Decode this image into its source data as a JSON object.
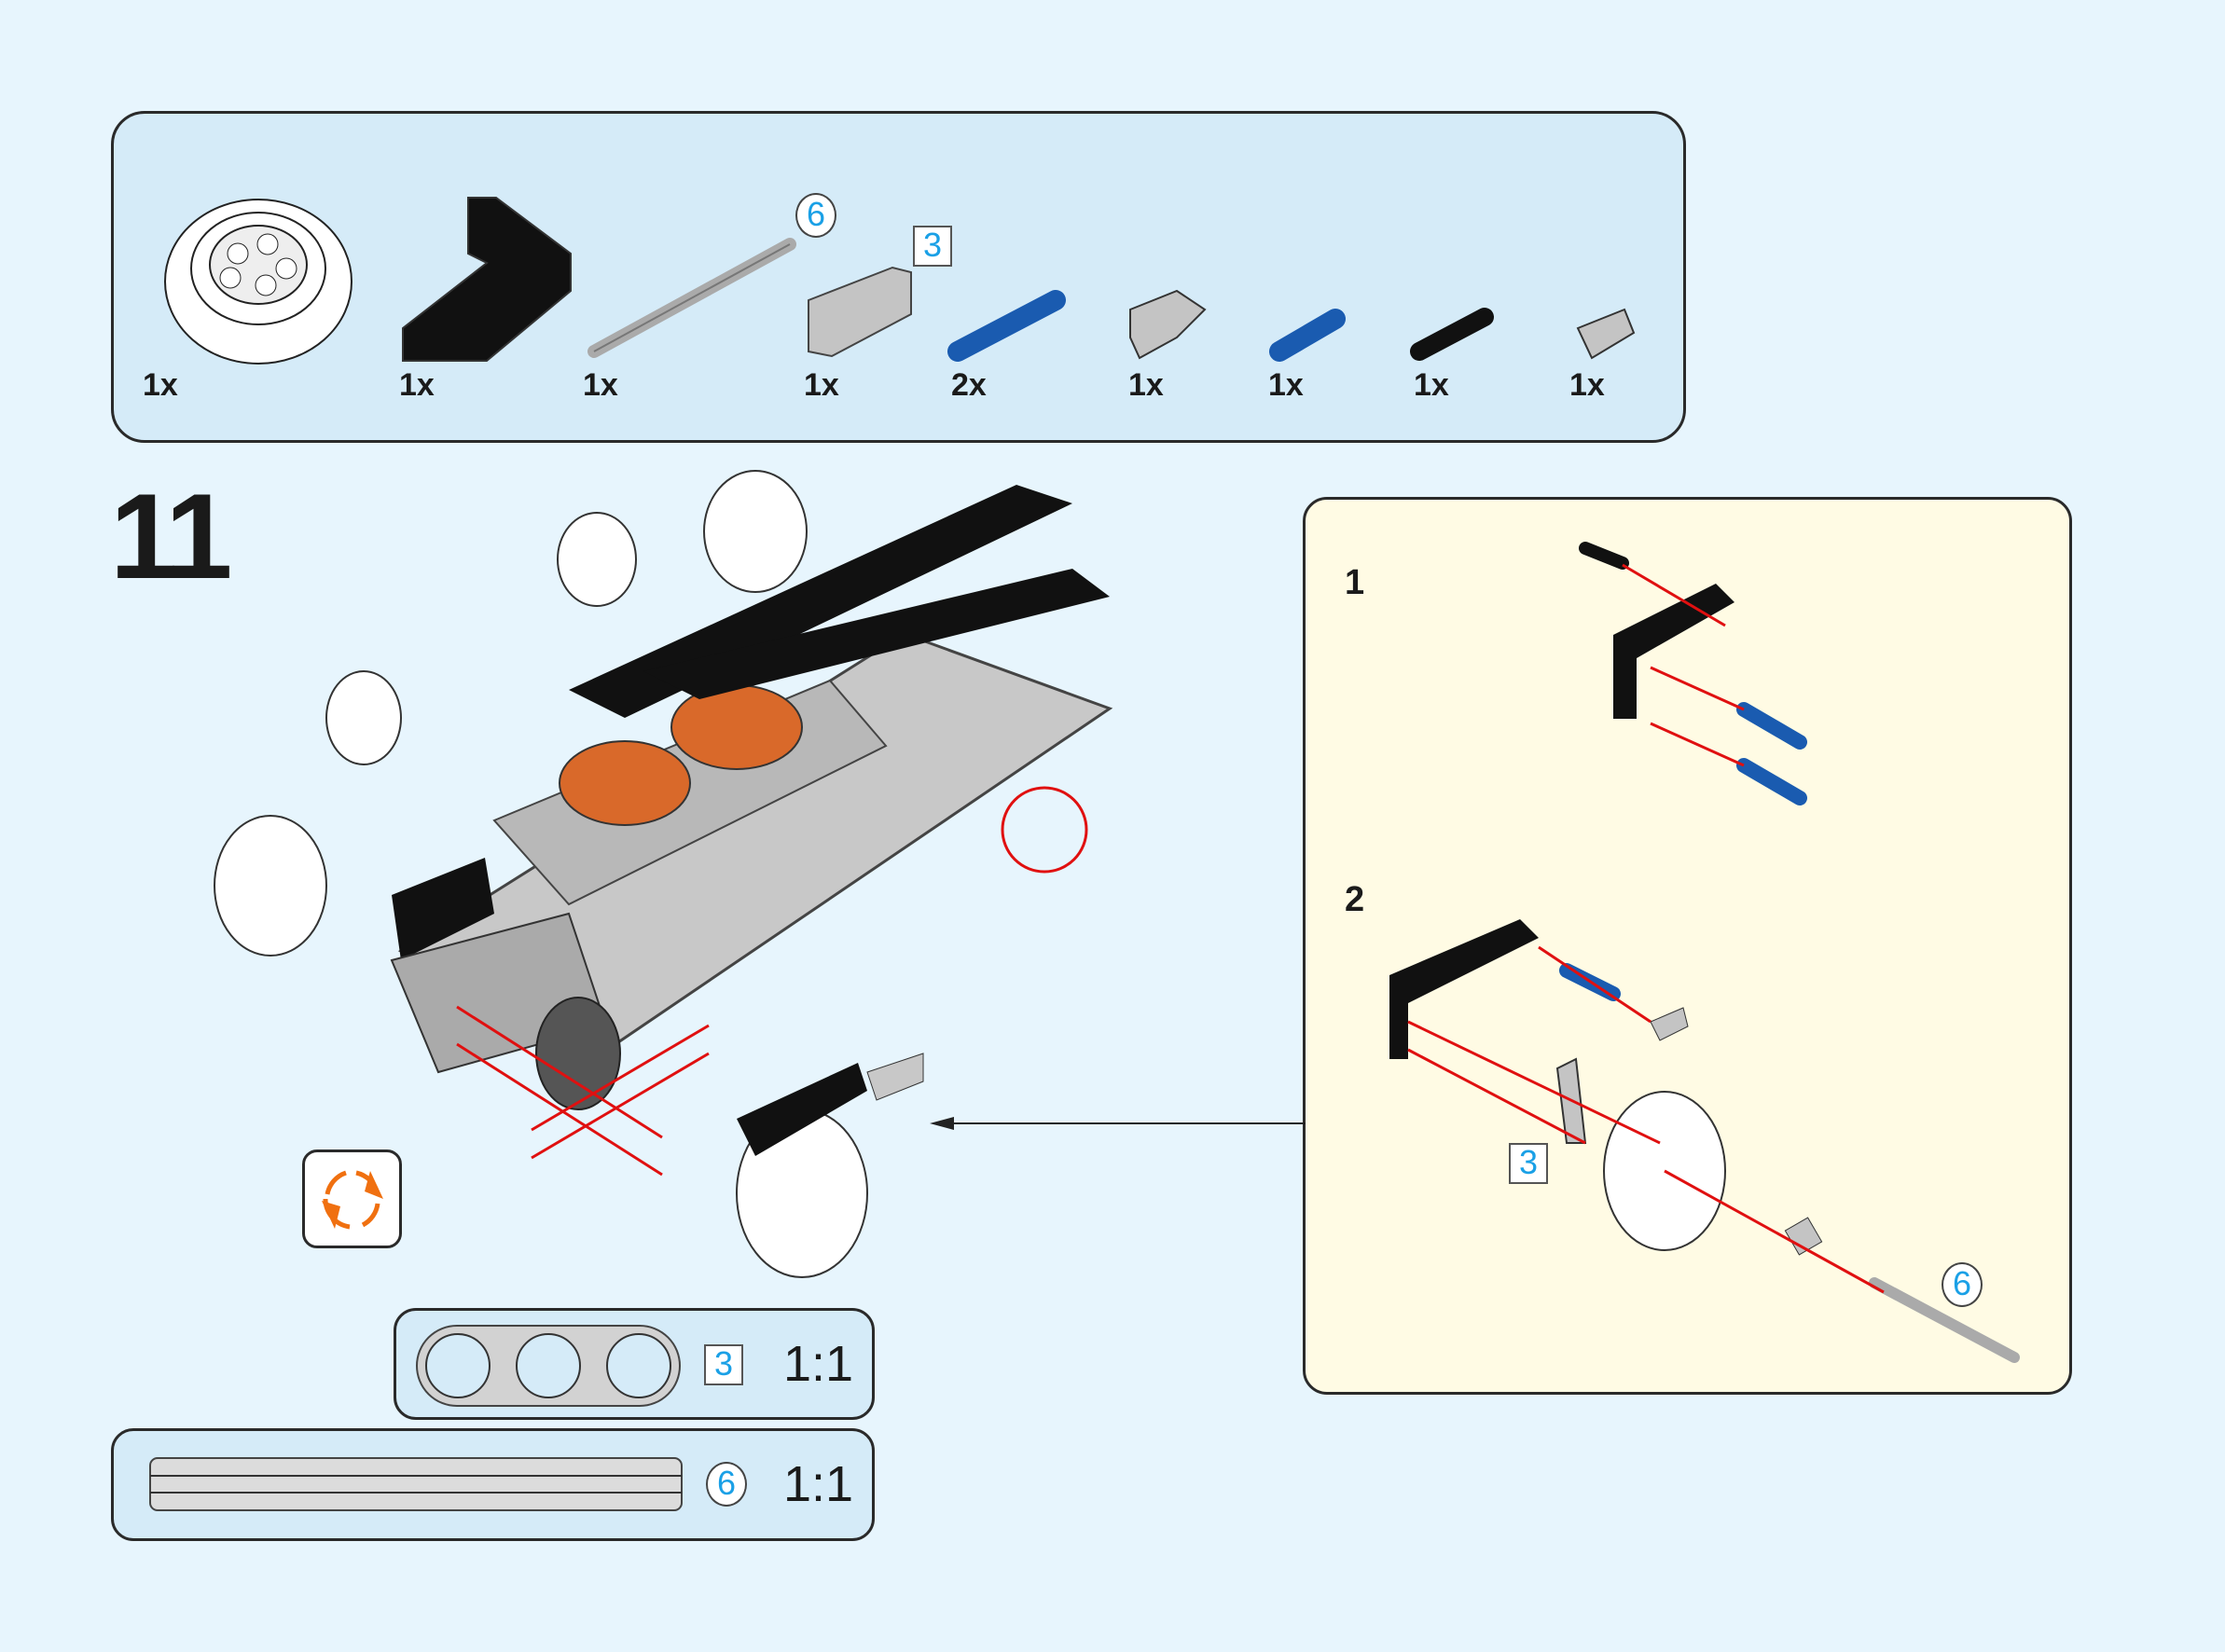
{
  "parts_list": {
    "items": [
      {
        "name": "wheel",
        "qty": "1x"
      },
      {
        "name": "l-beam",
        "qty": "1x"
      },
      {
        "name": "axle",
        "qty": "1x",
        "length_label": "6"
      },
      {
        "name": "beam-3",
        "qty": "1x",
        "length_label": "3"
      },
      {
        "name": "blue-pin-long",
        "qty": "2x"
      },
      {
        "name": "cross-block",
        "qty": "1x"
      },
      {
        "name": "blue-pin",
        "qty": "1x"
      },
      {
        "name": "black-pin",
        "qty": "1x"
      },
      {
        "name": "bush",
        "qty": "1x"
      }
    ]
  },
  "step": {
    "number": "11"
  },
  "callout": {
    "substeps": [
      "1",
      "2"
    ],
    "beam_label": "3",
    "axle_label": "6"
  },
  "scale_guides": [
    {
      "part": "beam",
      "label": "3",
      "ratio": "1:1"
    },
    {
      "part": "axle",
      "label": "6",
      "ratio": "1:1"
    }
  ],
  "colors": {
    "background": "#e7f5fd",
    "panel": "#d5ebf8",
    "callout": "#fffbe4",
    "accent_blue": "#1aa0e6",
    "arrow_red": "#e01010",
    "rotate_orange": "#f07010"
  }
}
